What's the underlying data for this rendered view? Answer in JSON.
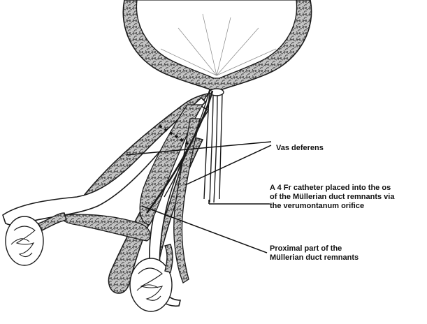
{
  "colors": {
    "ink": "#1a1a1a",
    "tissue_fill": "#b8b8b8",
    "background": "#ffffff"
  },
  "labels": {
    "vas_deferens": "Vas deferens",
    "catheter": [
      "A 4 Fr catheter  placed into the os",
      "of the Müllerian duct remnants via",
      "the verumontanum orifice"
    ],
    "proximal": [
      "Proximal part of the",
      "Müllerian duct remnants"
    ]
  }
}
